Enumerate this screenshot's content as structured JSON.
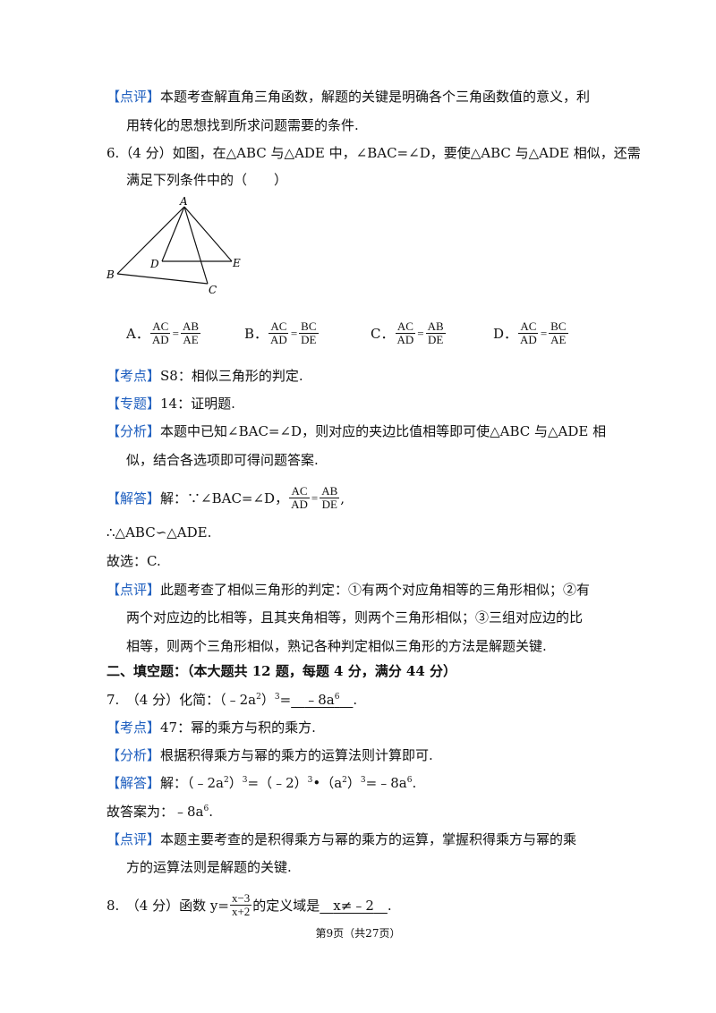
{
  "tags": {
    "dianping": "【点评】",
    "kaodian": "【考点】",
    "zhuanti": "【专题】",
    "fenxi": "【分析】",
    "jieda": "【解答】"
  },
  "q5": {
    "review_line1": "本题考查解直角三角函数，解题的关键是明确各个三角函数值的意义，利",
    "review_line2": "用转化的思想找到所求问题需要的条件."
  },
  "q6": {
    "stem_line1": "6.（4 分）如图，在△ABC 与△ADE 中，∠BAC=∠D，要使△ABC 与△ADE 相似，还需",
    "stem_line2": "满足下列条件中的（　　）",
    "figure_labels": {
      "A": "A",
      "B": "B",
      "C": "C",
      "D": "D",
      "E": "E"
    },
    "options": [
      {
        "letter": "A．",
        "n1": "AC",
        "d1": "AD",
        "eq": "=",
        "n2": "AB",
        "d2": "AE"
      },
      {
        "letter": "B．",
        "n1": "AC",
        "d1": "AD",
        "eq": "=",
        "n2": "BC",
        "d2": "DE"
      },
      {
        "letter": "C．",
        "n1": "AC",
        "d1": "AD",
        "eq": "=",
        "n2": "AB",
        "d2": "DE"
      },
      {
        "letter": "D．",
        "n1": "AC",
        "d1": "AD",
        "eq": "=",
        "n2": "BC",
        "d2": "AE"
      }
    ],
    "kaodian": "S8：相似三角形的判定.",
    "zhuanti": "14：证明题.",
    "analysis_line1": "本题中已知∠BAC=∠D，则对应的夹边比值相等即可使△ABC 与△ADE 相",
    "analysis_line2": "似，结合各选项即可得问题答案.",
    "solution_prefix": "解：∵∠BAC=∠D，",
    "solution_frac": {
      "n1": "AC",
      "d1": "AD",
      "eq": "=",
      "n2": "AB",
      "d2": "DE"
    },
    "solution_suffix": ",",
    "therefore": "∴△ABC∽△ADE.",
    "answer": "故选：C.",
    "review_line1": "此题考查了相似三角形的判定：①有两个对应角相等的三角形相似；②有",
    "review_line2": "两个对应边的比相等，且其夹角相等，则两个三角形相似；③三组对应边的比",
    "review_line3": "相等，则两个三角形相似，熟记各种判定相似三角形的方法是解题关键."
  },
  "section2": "二、填空题：（本大题共 12 题，每题 4 分，满分 44 分）",
  "q7": {
    "stem_pre": "7.　（4 分）化简：（﹣2a",
    "stem_mid": "）",
    "stem_eq": "=",
    "answer_pre": "﹣8a",
    "end": ".",
    "sup2": "2",
    "sup3": "3",
    "sup6": "6",
    "kaodian": "47：幂的乘方与积的乘方.",
    "analysis": "根据积得乘方与幂的乘方的运算法则计算即可.",
    "sol_p1": "解：（﹣2a",
    "sol_p2": "）",
    "sol_p3": "=（﹣2）",
    "sol_p4": "•（a",
    "sol_p5": "）",
    "sol_p6": "=﹣8a",
    "final_pre": "故答案为：﹣8a",
    "review_line1": "本题主要考查的是积得乘方与幂的乘方的运算，掌握积得乘方与幂的乘",
    "review_line2": "方的运算法则是解题的关键."
  },
  "q8": {
    "stem_pre": "8.　（4 分）函数 y=",
    "num": "x−3",
    "den": "x+2",
    "stem_post": "的定义域是",
    "answer": "x≠﹣2",
    "end": "."
  },
  "footer": "第9页（共27页）"
}
